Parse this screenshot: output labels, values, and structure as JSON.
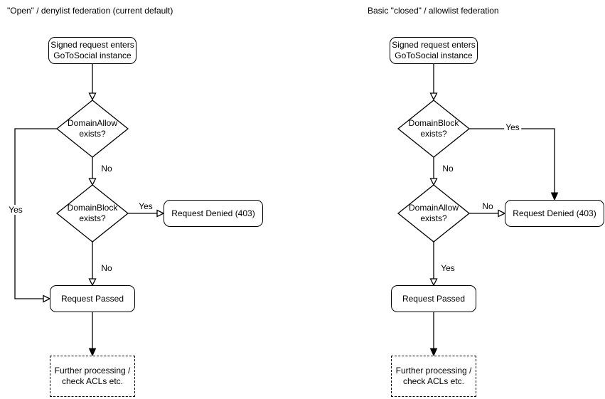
{
  "background": "#ffffff",
  "stroke_color": "#000000",
  "charts": [
    {
      "title": "\"Open\" / denylist federation (current default)",
      "nodes": {
        "start": "Signed request enters\nGoToSocial instance",
        "decision1": "DomainAllow\nexists?",
        "decision2": "DomainBlock\nexists?",
        "denied": "Request Denied (403)",
        "passed": "Request Passed",
        "further": "Further processing /\ncheck ACLs etc."
      },
      "edge_labels": {
        "decision1_yes": "Yes",
        "decision1_no": "No",
        "decision2_yes": "Yes",
        "decision2_no": "No"
      }
    },
    {
      "title": "Basic \"closed\" / allowlist federation",
      "nodes": {
        "start": "Signed request enters\nGoToSocial instance",
        "decision1": "DomainBlock\nexists?",
        "decision2": "DomainAllow\nexists?",
        "denied": "Request Denied (403)",
        "passed": "Request Passed",
        "further": "Further processing /\ncheck ACLs etc."
      },
      "edge_labels": {
        "decision1_yes": "Yes",
        "decision1_no": "No",
        "decision2_no": "No",
        "decision2_yes": "Yes"
      }
    }
  ]
}
